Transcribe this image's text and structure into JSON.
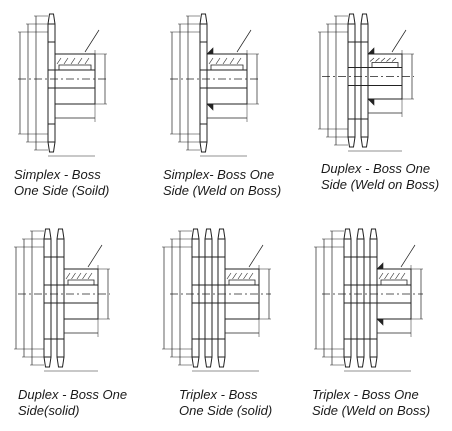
{
  "figures": [
    {
      "id": "simplex-boss-one-side-solid",
      "caption_lines": [
        "Simplex - Boss",
        "One Side (Soild)"
      ],
      "rows": 1,
      "weld": false
    },
    {
      "id": "simplex-boss-one-side-weld",
      "caption_lines": [
        "Simplex- Boss One",
        "Side (Weld on Boss)"
      ],
      "rows": 1,
      "weld": true
    },
    {
      "id": "duplex-boss-one-side-weld",
      "caption_lines": [
        "Duplex - Boss One",
        "Side (Weld on Boss)"
      ],
      "rows": 2,
      "weld": true
    },
    {
      "id": "duplex-boss-one-side-solid",
      "caption_lines": [
        "Duplex - Boss One",
        "Side(solid)"
      ],
      "rows": 2,
      "weld": false
    },
    {
      "id": "triplex-boss-one-side-solid",
      "caption_lines": [
        "Triplex - Boss",
        "One Side (solid)"
      ],
      "rows": 3,
      "weld": false
    },
    {
      "id": "triplex-boss-one-side-weld",
      "caption_lines": [
        "Triplex - Boss One",
        "Side (Weld on Boss)"
      ],
      "rows": 3,
      "weld": true
    }
  ]
}
